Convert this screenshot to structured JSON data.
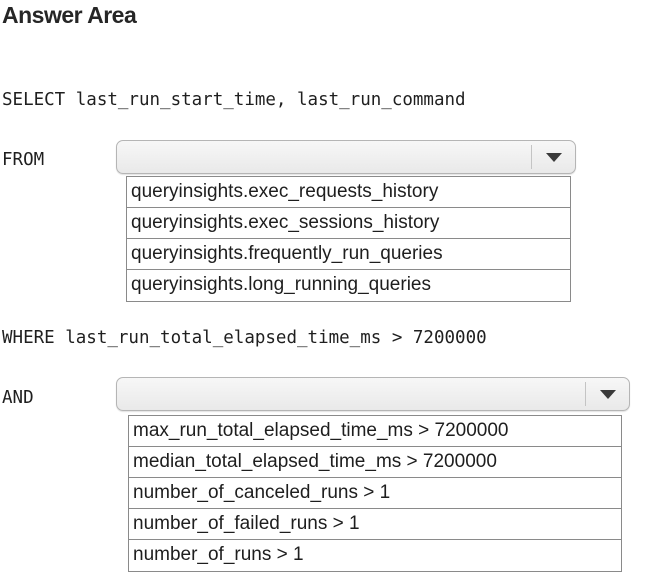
{
  "title": "Answer Area",
  "query": {
    "select_line": "SELECT last_run_start_time, last_run_command",
    "from_keyword": "FROM",
    "where_line": "WHERE last_run_total_elapsed_time_ms > 7200000",
    "and_keyword": "AND"
  },
  "from_dropdown": {
    "selected": "",
    "options": [
      "queryinsights.exec_requests_history",
      "queryinsights.exec_sessions_history",
      "queryinsights.frequently_run_queries",
      "queryinsights.long_running_queries"
    ]
  },
  "and_dropdown": {
    "selected": "",
    "options": [
      "max_run_total_elapsed_time_ms > 7200000",
      "median_total_elapsed_time_ms > 7200000",
      "number_of_canceled_runs > 1",
      "number_of_failed_runs > 1",
      "number_of_runs > 1"
    ]
  },
  "icons": {
    "dropdown_caret": "chevron-down-icon"
  }
}
